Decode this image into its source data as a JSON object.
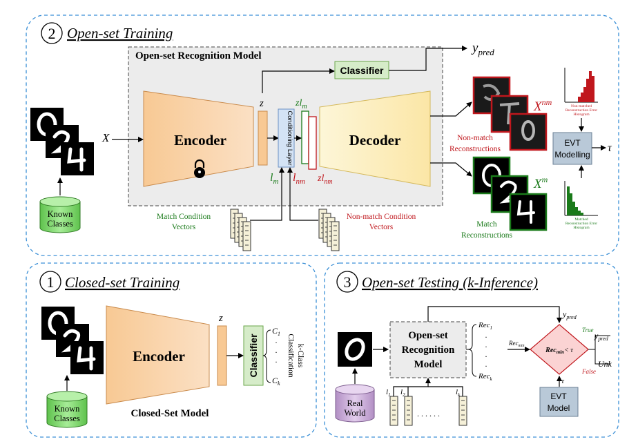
{
  "panels": {
    "training": {
      "num": "2",
      "title": "Open-set Training"
    },
    "closed": {
      "num": "1",
      "title": "Closed-set Training"
    },
    "testing": {
      "num": "3",
      "title": "Open-set Testing (k-Inference)"
    }
  },
  "osr_model": {
    "title": "Open-set Recognition Model",
    "encoder": "Encoder",
    "decoder": "Decoder",
    "classifier": "Classifier",
    "conditioning": "Conditioning Layer",
    "x": "X",
    "z": "z",
    "ypred": "y",
    "ypred_sub": "pred",
    "zl_m": "zl",
    "zl_m_sub": "m",
    "l_m": "l",
    "l_m_sub": "m",
    "l_nm": "l",
    "l_nm_sub": "nm",
    "zl_nm": "zl",
    "zl_nm_sub": "nm",
    "known_classes": [
      "Known",
      "Classes"
    ],
    "match_vectors": [
      "Match Condition",
      "Vectors"
    ],
    "nonmatch_vectors": [
      "Non-match Condition",
      "Vectors"
    ],
    "x_nm": "X",
    "x_nm_sup": "nm",
    "x_m": "X",
    "x_m_sup": "m",
    "nonmatch_recon": [
      "Non-match",
      "Reconstructions"
    ],
    "match_recon": [
      "Match",
      "Reconstructions"
    ],
    "evt": [
      "EVT",
      "Modelling"
    ],
    "tau": "τ",
    "hist_nm": [
      "Non-matched",
      "Reconstruction Error",
      "Histogram"
    ],
    "hist_m": [
      "Matched",
      "Reconstruction Error",
      "Histogram"
    ]
  },
  "closed_model": {
    "encoder": "Encoder",
    "z": "z",
    "classifier": "Classifier",
    "c1": "C",
    "c1_sub": "1",
    "ck": "C",
    "ck_sub": "k",
    "kclass": [
      "k-Class",
      "Classification"
    ],
    "known_classes": [
      "Known",
      "Classes"
    ],
    "caption": "Closed-Set Model"
  },
  "testing": {
    "model": [
      "Open-set",
      "Recognition",
      "Model"
    ],
    "real_world": [
      "Real",
      "World"
    ],
    "rec1": "Rec",
    "rec1_sub": "1",
    "reck": "Rec",
    "reck_sub": "k",
    "recmin": "Rec",
    "recmin_sub": "min",
    "decision": "< τ",
    "decision_rec": "Rec",
    "decision_sub": "min",
    "ypred": "y",
    "ypred_sub": "pred",
    "true": "True",
    "false": "False",
    "out_ypred": "y",
    "out_ypred_sub": "pred",
    "unk": "Unk",
    "tau": "τ",
    "evt": [
      "EVT",
      "Model"
    ],
    "l1": "l",
    "l1_sub": "1",
    "l2": "l",
    "l2_sub": "2",
    "lk": "l",
    "lk_sub": "k",
    "dots": ". . . . . ."
  },
  "colors": {
    "encoder": "#f8cfa2",
    "decoder": "#fdf0c4",
    "classifier": "#d6ecc9",
    "conditioning": "#d4e3f5",
    "dashed_blue": "#3a8fd6",
    "match_green": "#1a7a1a",
    "nonmatch_red": "#c0171d",
    "database": "#7fd66e",
    "real_world": "#c9a8d6",
    "evt": "#b9c9d8",
    "decision": "#fbd3d3"
  }
}
